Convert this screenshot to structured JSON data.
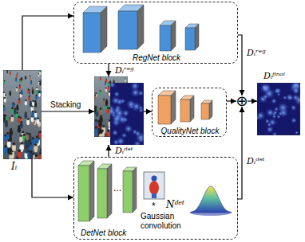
{
  "diagram": {
    "nodes": [
      {
        "text": [
          "RegNet block"
        ]
      },
      {
        "text": [
          "Iᵢ"
        ]
      },
      {
        "text": [
          "Dᵢʳᵉᵍ",
          "Dᵢᵈᵉᵗ"
        ]
      },
      {
        "text": [
          "QualityNet block"
        ]
      },
      {
        "text": [
          "⊕"
        ]
      },
      {
        "text": [
          "Dᵢᶠⁱⁿᵃˡ"
        ]
      },
      {
        "text": [
          "DetNet block"
        ]
      }
    ],
    "edges": [
      {
        "from": 1,
        "to": 0,
        "arrow": "to"
      },
      {
        "from": 1,
        "to": 2,
        "label": "Stacking",
        "arrow": "to"
      },
      {
        "from": 1,
        "to": 6,
        "arrow": "to"
      },
      {
        "from": 0,
        "to": 2,
        "arrow": "to"
      },
      {
        "from": 6,
        "to": 2,
        "arrow": "to"
      },
      {
        "from": 2,
        "to": 3,
        "arrow": "to"
      },
      {
        "from": 3,
        "to": 4,
        "arrow": "to"
      },
      {
        "from": 0,
        "to": 4,
        "label": "Dᵢʳᵉᵍ",
        "arrow": "to"
      },
      {
        "from": 6,
        "to": 4,
        "label": "Dᵢᵈᵉᵗ",
        "arrow": "to"
      },
      {
        "from": 4,
        "to": 5,
        "arrow": "to"
      }
    ],
    "labels": [
      "...",
      "*",
      "Nᵈᵉᵗ",
      "Gaussian convolution"
    ]
  }
}
